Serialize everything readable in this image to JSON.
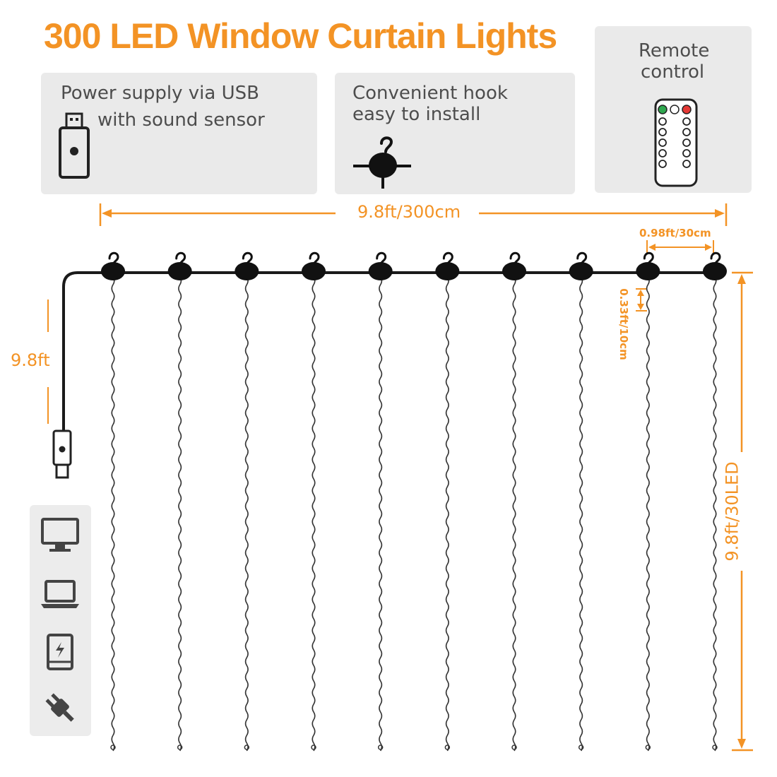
{
  "title": "300 LED Window Curtain Lights",
  "cards": {
    "power": {
      "line1": "Power supply via USB",
      "line2": "with sound sensor",
      "icon": "usb-plug-icon"
    },
    "hook": {
      "line1": "Convenient hook",
      "line2": "easy to install",
      "icon": "hook-icon"
    },
    "remote": {
      "line1": "Remote",
      "line2": "control",
      "icon": "remote-control-icon"
    }
  },
  "dimensions": {
    "total_width": "9.8ft/300cm",
    "spacing": "0.98ft/30cm",
    "led_spacing": "0.33ft/10cm",
    "strand_length": "9.8ft/30LED",
    "cable_length": "9.8ft"
  },
  "power_sources": [
    "monitor-icon",
    "laptop-icon",
    "power-bank-icon",
    "plug-icon"
  ],
  "colors": {
    "accent": "#f39325",
    "card": "#eaeaea",
    "wire": "#1a1a1a",
    "text": "#4d4d4d"
  },
  "strand_count": 10
}
